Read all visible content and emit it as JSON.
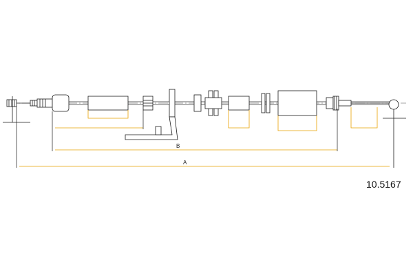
{
  "diagram": {
    "part_number": "10.5167",
    "dimension_labels": {
      "inner": "B",
      "outer": "A"
    },
    "colors": {
      "outline": "#1a1a1a",
      "cable": "#333333",
      "center_line": "#888888",
      "accent": "#e9a100"
    }
  }
}
